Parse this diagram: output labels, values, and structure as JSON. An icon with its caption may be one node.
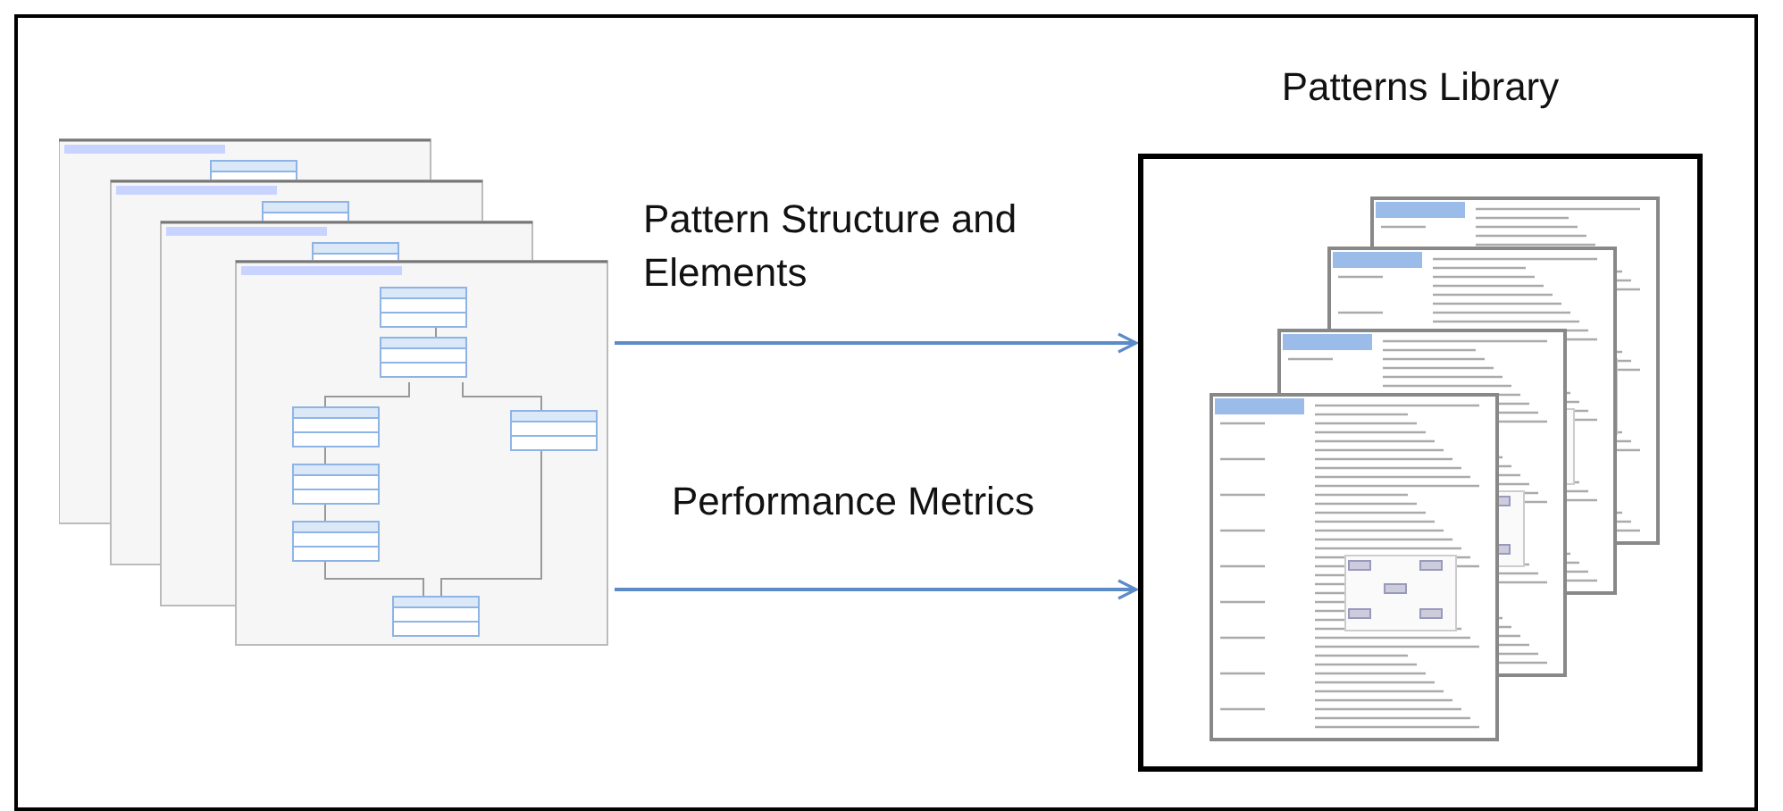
{
  "diagram": {
    "nodes": [
      {
        "text": [],
        "shape": "picture"
      },
      {
        "text": [
          "Patterns Library"
        ]
      }
    ],
    "edges": [
      {
        "from": 0,
        "to": 1,
        "arrow": "to",
        "label": "Pattern Structure and Elements"
      },
      {
        "from": 0,
        "to": 1,
        "arrow": "to",
        "label": "Performance Metrics"
      }
    ]
  }
}
